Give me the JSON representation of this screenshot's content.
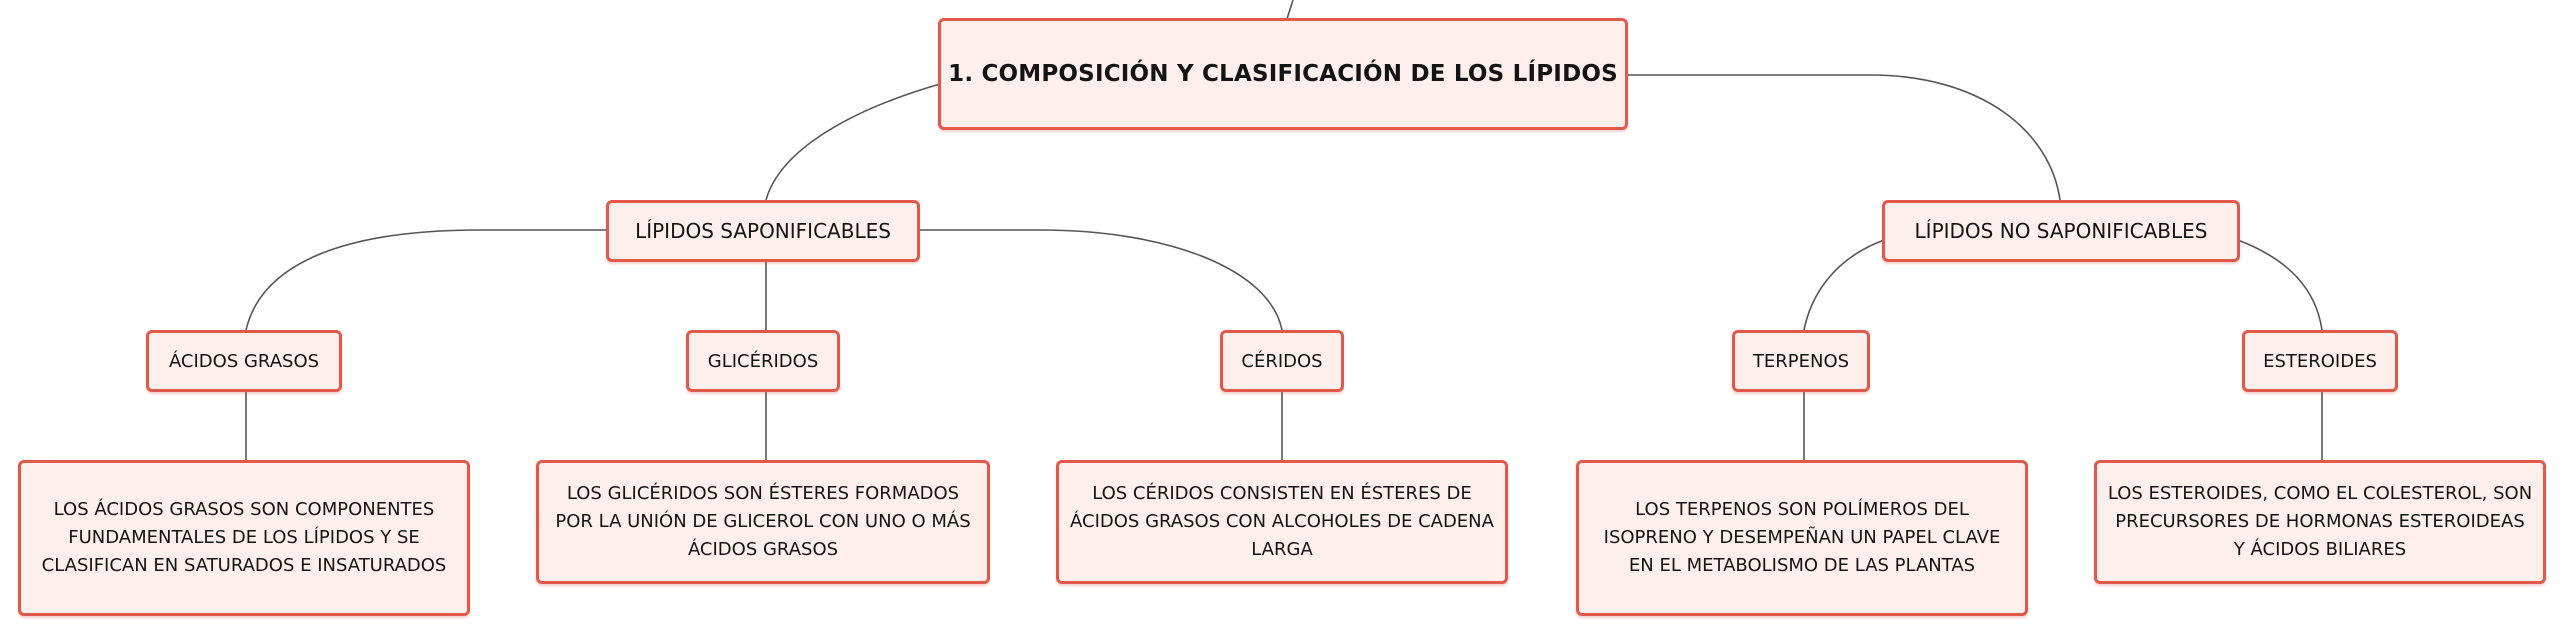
{
  "colors": {
    "border": "#e2584a",
    "fill": "#fdf0ec",
    "line": "#555555",
    "text": "#141414"
  },
  "root": {
    "label": "1. COMPOSICIÓN Y CLASIFICACIÓN DE LOS LÍPIDOS"
  },
  "categories": [
    {
      "label": "LÍPIDOS SAPONIFICABLES",
      "children": [
        {
          "label": "ÁCIDOS GRASOS",
          "description": "LOS ÁCIDOS GRASOS SON COMPONENTES FUNDAMENTALES DE LOS LÍPIDOS Y SE CLASIFICAN EN SATURADOS E INSATURADOS"
        },
        {
          "label": "GLICÉRIDOS",
          "description": "LOS GLICÉRIDOS SON ÉSTERES FORMADOS POR LA UNIÓN DE GLICEROL CON UNO O MÁS ÁCIDOS GRASOS"
        },
        {
          "label": "CÉRIDOS",
          "description": "LOS CÉRIDOS CONSISTEN EN ÉSTERES DE ÁCIDOS GRASOS CON ALCOHOLES DE CADENA LARGA"
        }
      ]
    },
    {
      "label": "LÍPIDOS NO SAPONIFICABLES",
      "children": [
        {
          "label": "TERPENOS",
          "description": "LOS TERPENOS SON POLÍMEROS DEL ISOPRENO Y DESEMPEÑAN UN PAPEL CLAVE EN EL METABOLISMO DE LAS PLANTAS"
        },
        {
          "label": "ESTEROIDES",
          "description": "LOS ESTEROIDES, COMO EL COLESTEROL, SON PRECURSORES DE HORMONAS ESTEROIDEAS Y ÁCIDOS BILIARES"
        }
      ]
    }
  ]
}
